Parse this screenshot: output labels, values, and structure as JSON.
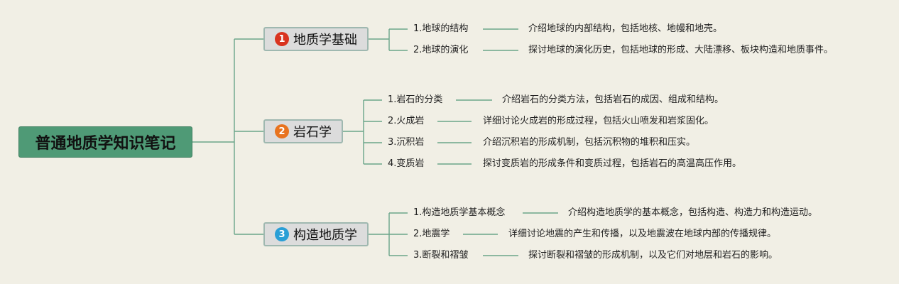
{
  "root": {
    "label": "普通地质学知识笔记"
  },
  "branches": [
    {
      "num": "1",
      "label": "地质学基础",
      "badge_color": "#d9331f",
      "items": [
        {
          "title": "1.地球的结构",
          "desc": "介绍地球的内部结构，包括地核、地幔和地壳。"
        },
        {
          "title": "2.地球的演化",
          "desc": "探讨地球的演化历史，包括地球的形成、大陆漂移、板块构造和地质事件。"
        }
      ]
    },
    {
      "num": "2",
      "label": "岩石学",
      "badge_color": "#e8731f",
      "items": [
        {
          "title": "1.岩石的分类",
          "desc": "介绍岩石的分类方法，包括岩石的成因、组成和结构。"
        },
        {
          "title": "2.火成岩",
          "desc": "详细讨论火成岩的形成过程，包括火山喷发和岩浆固化。"
        },
        {
          "title": "3.沉积岩",
          "desc": "介绍沉积岩的形成机制，包括沉积物的堆积和压实。"
        },
        {
          "title": "4.变质岩",
          "desc": "探讨变质岩的形成条件和变质过程，包括岩石的高温高压作用。"
        }
      ]
    },
    {
      "num": "3",
      "label": "构造地质学",
      "badge_color": "#2a9fd6",
      "items": [
        {
          "title": "1.构造地质学基本概念",
          "desc": "介绍构造地质学的基本概念，包括构造、构造力和构造运动。"
        },
        {
          "title": "2.地震学",
          "desc": "详细讨论地震的产生和传播，以及地震波在地球内部的传播规律。"
        },
        {
          "title": "3.断裂和褶皱",
          "desc": "探讨断裂和褶皱的形成机制，以及它们对地层和岩石的影响。"
        }
      ]
    }
  ],
  "colors": {
    "line": "#6aa58a",
    "background": "#f1efe5",
    "root_fill": "#4f9a76"
  }
}
